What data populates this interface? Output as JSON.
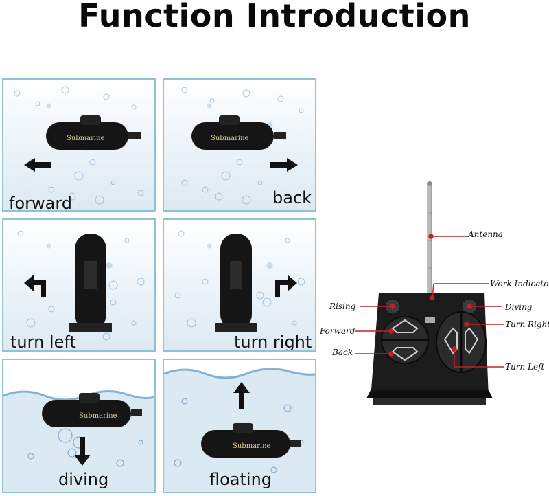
{
  "title": "Function Introduction",
  "panels": [
    {
      "label": "forward"
    },
    {
      "label": "back"
    },
    {
      "label": "turn left"
    },
    {
      "label": "turn right"
    },
    {
      "label": "diving"
    },
    {
      "label": "floating"
    }
  ],
  "submarine_text": "Submarine",
  "remote": {
    "antenna": "Antenna",
    "work_indicator": "Work Indicator",
    "rising": "Rising",
    "diving": "Diving",
    "forward": "Forward",
    "turn_right": "Turn Right",
    "back": "Back",
    "turn_left": "Turn Left"
  },
  "colors": {
    "panel_border": "#8fc3cf",
    "callout_line": "#c0202a",
    "remote_body": "#1c1c1c"
  }
}
